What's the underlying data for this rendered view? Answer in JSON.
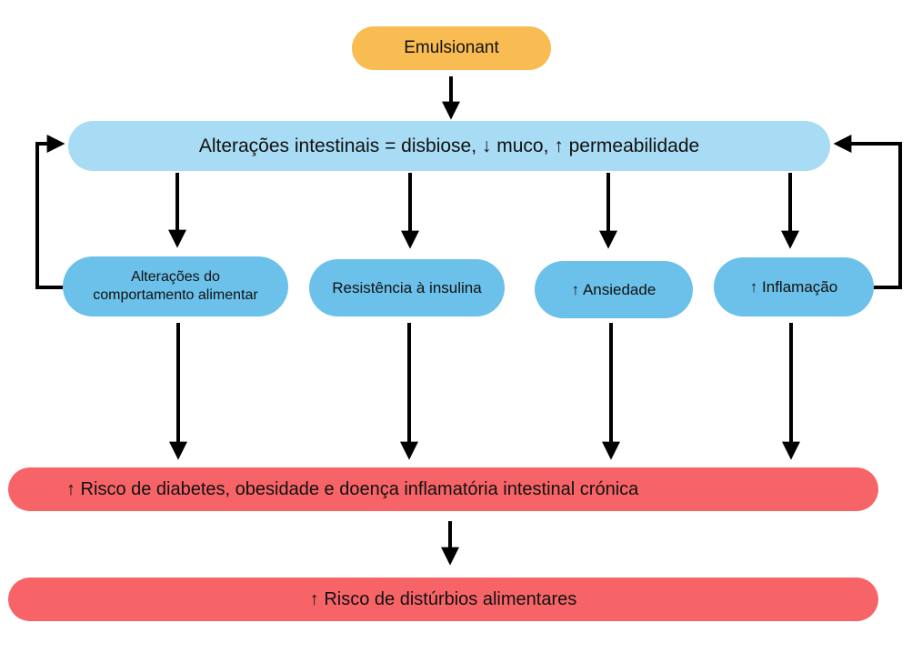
{
  "nodes": {
    "emulsionant": "Emulsionant",
    "intestinal_changes": "Alterações intestinais = disbiose, ↓ muco, ↑ permeabilidade",
    "eating_behavior": [
      "Alterações do",
      "comportamento alimentar"
    ],
    "insulin_resistance": "Resistência à insulina",
    "anxiety": "↑ Ansiedade",
    "inflammation": "↑ Inflamação",
    "risk_diseases": "↑ Risco de diabetes, obesidade e doença inflamatória intestinal crónica",
    "risk_eating_disorders": "↑ Risco de distúrbios alimentares"
  },
  "colors": {
    "top": "#f9bc52",
    "intestinal": "#a8dcf4",
    "effects": "#6cc1ea",
    "risk": "#f76468",
    "arrow": "#000000"
  }
}
